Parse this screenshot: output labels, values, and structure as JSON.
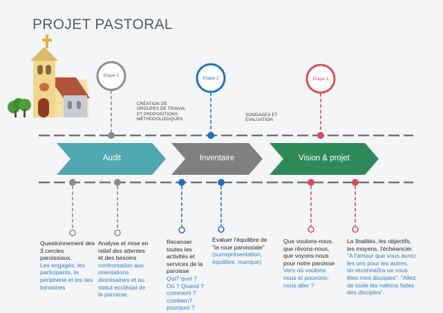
{
  "title": "PROJET PASTORAL",
  "colors": {
    "grey": "#8a8c8e",
    "teal": "#4fa7b0",
    "darkgrey": "#7e8082",
    "green": "#2e8a58",
    "blue": "#1b72c0",
    "red": "#d94b5a",
    "line": "#6f7275"
  },
  "steps": [
    {
      "label": "Etape 1",
      "color": "#8a8c8e"
    },
    {
      "label": "Etape 2",
      "color": "#1b72c0"
    },
    {
      "label": "Etape 3",
      "color": "#d94b5a"
    }
  ],
  "annotations": {
    "creation": [
      "CRÉATION DE",
      "GROUPES DE TRAVAIL",
      "ET PROPOSITIONS",
      "MÉTHODOLOGIQUES"
    ],
    "sondages": [
      "SONDAGES ET",
      "EVALUATION"
    ]
  },
  "arrows": [
    {
      "label": "Audit",
      "color": "#4fa7b0"
    },
    {
      "label": "Inventaire",
      "color": "#7e8082"
    },
    {
      "label": "Vision & projet",
      "color": "#2e8a58"
    }
  ],
  "columns": {
    "c1": {
      "black": "Questionnement des 3 cercles paroissiaux.",
      "blue": "Les engagés, les participants, la périphérie et les lies lointaines"
    },
    "c2": {
      "black": "Analyse et mise en relief des attentes et des besoins",
      "blue": "confrontation aux orientations diocésaines et au statut ecclésial de la paroisse."
    },
    "c3": {
      "black": "Recenser toutes les activités et services de la paroisse",
      "blue": "Qui? quoi ? Où ? Quand ? comment ? combien? pourquoi ?"
    },
    "c4": {
      "black": "Evaluer l'équilibre de \"la roue paroissiale\"",
      "blue": "(surreprésentation, équilibre, manque)"
    },
    "c5": {
      "black": "Que voulons-nous, que rêvons-nous, que voyons-nous pour notre paroisse",
      "blue": "Vers où voulons nous et pouvons-nous aller ?"
    },
    "c6": {
      "black": "La finalités, les objectifs, les moyens, l'échéancier.",
      "blue": "\"A l'amour que vous aurez les uns pour les autres, on reconnaîtra ue vous êtes mes disciples\". \"Allez de toute les nations faites des disciples\"."
    }
  }
}
